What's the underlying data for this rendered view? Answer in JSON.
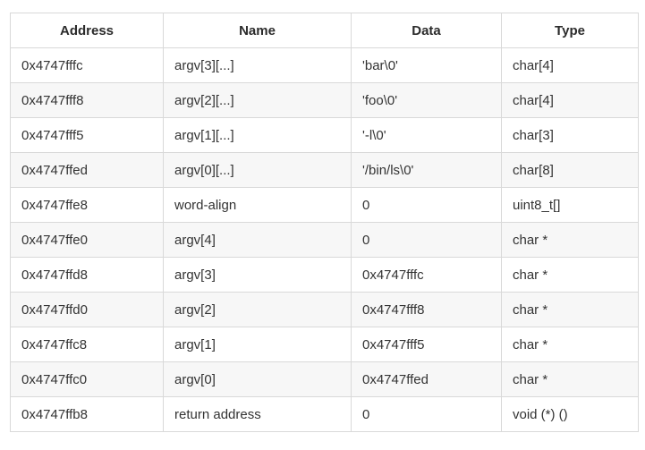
{
  "table": {
    "headers": [
      "Address",
      "Name",
      "Data",
      "Type"
    ],
    "rows": [
      {
        "address": "0x4747fffc",
        "name": "argv[3][...]",
        "data": "'bar\\0'",
        "type": "char[4]"
      },
      {
        "address": "0x4747fff8",
        "name": "argv[2][...]",
        "data": "'foo\\0'",
        "type": "char[4]"
      },
      {
        "address": "0x4747fff5",
        "name": "argv[1][...]",
        "data": "'-l\\0'",
        "type": "char[3]"
      },
      {
        "address": "0x4747ffed",
        "name": "argv[0][...]",
        "data": "'/bin/ls\\0'",
        "type": "char[8]"
      },
      {
        "address": "0x4747ffe8",
        "name": "word-align",
        "data": "0",
        "type": "uint8_t[]"
      },
      {
        "address": "0x4747ffe0",
        "name": "argv[4]",
        "data": "0",
        "type": "char *"
      },
      {
        "address": "0x4747ffd8",
        "name": "argv[3]",
        "data": "0x4747fffc",
        "type": "char *"
      },
      {
        "address": "0x4747ffd0",
        "name": "argv[2]",
        "data": "0x4747fff8",
        "type": "char *"
      },
      {
        "address": "0x4747ffc8",
        "name": "argv[1]",
        "data": "0x4747fff5",
        "type": "char *"
      },
      {
        "address": "0x4747ffc0",
        "name": "argv[0]",
        "data": "0x4747ffed",
        "type": "char *"
      },
      {
        "address": "0x4747ffb8",
        "name": "return address",
        "data": "0",
        "type": "void (*) ()"
      }
    ],
    "colors": {
      "stripe": "#f7f7f7",
      "border": "#d9d9d9",
      "text": "#333333",
      "header_text": "#2b2b2b"
    }
  }
}
